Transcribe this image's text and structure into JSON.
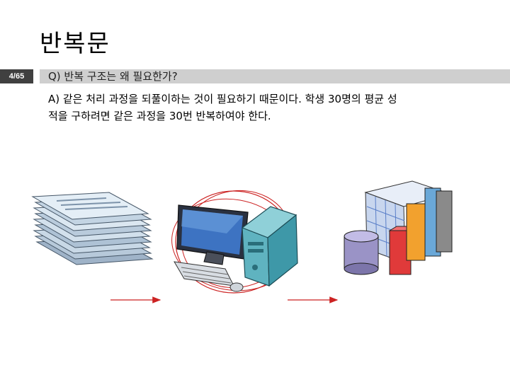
{
  "slide": {
    "title": "반복문",
    "page_number": "4/65",
    "question": "Q) 반복 구조는 왜 필요한가?",
    "answer": "A) 같은 처리 과정을 되풀이하는 것이 필요하기 때문이다. 학생 30명의 평균 성적을 구하려면 같은 과정을 30번 반복하여야 한다."
  },
  "illustrations": [
    {
      "name": "paper-stack",
      "icon": "paper-stack-icon"
    },
    {
      "name": "computer",
      "icon": "computer-icon"
    },
    {
      "name": "chart",
      "icon": "database-chart-icon"
    }
  ],
  "colors": {
    "arrow": "#cc2222",
    "bar": "#cfcfcf",
    "page_badge": "#404040"
  }
}
